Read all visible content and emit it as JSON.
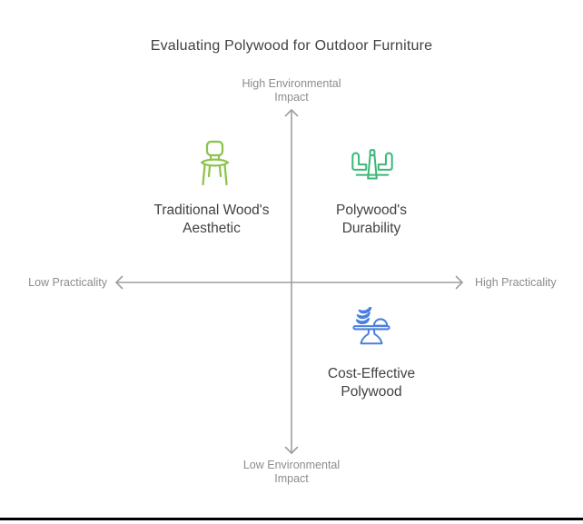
{
  "title": "Evaluating Polywood for Outdoor Furniture",
  "background": "#ffffff",
  "text_color": "#424242",
  "divider_color": "#000000",
  "axes": {
    "color": "#9e9e9e",
    "label_color": "#8c8c8c",
    "top": {
      "line1": "High Environmental",
      "line2": "Impact"
    },
    "bottom": {
      "line1": "Low Environmental",
      "line2": "Impact"
    },
    "left": "Low Practicality",
    "right": "High Practicality"
  },
  "items": [
    {
      "quadrant": "top-left",
      "icon": "chair-icon",
      "color": "#8bc34a",
      "line1": "Traditional Wood's",
      "line2": "Aesthetic"
    },
    {
      "quadrant": "top-right",
      "icon": "patio-table-set-icon",
      "color": "#3cb878",
      "line1": "Polywood's",
      "line2": "Durability"
    },
    {
      "quadrant": "bottom-right",
      "icon": "serving-stand-icon",
      "color": "#4a7fe0",
      "line1": "Cost-Effective",
      "line2": "Polywood"
    }
  ]
}
